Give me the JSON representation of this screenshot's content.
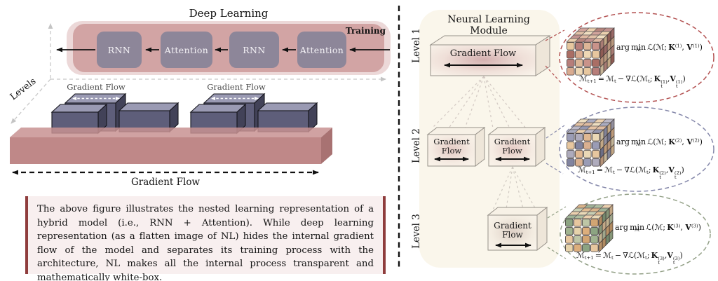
{
  "left_panel": {
    "title": "Deep Learning",
    "training_label": "Training",
    "levels_axis_label": "Levels",
    "chain": [
      "RNN",
      "Attention",
      "RNN",
      "Attention"
    ],
    "cluster_labels": [
      "Gradient Flow",
      "Gradient Flow"
    ],
    "bottom_arrow_label": "Gradient Flow",
    "caption": "The above figure illustrates the nested learning representation of a hybrid model (i.e., RNN + Attention). While deep learning representation (as a flatten image of NL) hides the internal gradient flow of the model and separates its training process with the architecture, NL makes all the internal process transparent and mathematically white-box.",
    "colors": {
      "container_outer": "#ecd8d8",
      "container_inner": "#d2a4a4",
      "block": "#8d8699",
      "dark_box_front": "#5e5e7a",
      "dark_box_top": "#9a9ab3",
      "slab": "#bf8888",
      "caption_bg": "#f8efef",
      "caption_bar": "#8f3d3d"
    }
  },
  "right_panel": {
    "title": "Neural Learning Module",
    "gradient_flow_label": "Gradient Flow",
    "panel_bg": "#faf6eb",
    "levels": [
      {
        "label": "Level 1",
        "sup": "(1)",
        "accent": "#b35252"
      },
      {
        "label": "Level 2",
        "sup": "(2)",
        "accent": "#8588aa"
      },
      {
        "label": "Level 3",
        "sup": "(3)",
        "accent": "#93a087"
      }
    ],
    "formula": {
      "line1": [
        {
          "t": "arg "
        },
        {
          "t": "min",
          "under": "ℳ"
        },
        {
          "t": " ℒ(ℳ; "
        },
        {
          "t": "K",
          "b": 1,
          "sup": "#"
        },
        {
          "t": ", "
        },
        {
          "t": "V",
          "b": 1,
          "sup": "#"
        },
        {
          "t": ")"
        }
      ],
      "line2": [
        {
          "t": "ℳ",
          "sub": "t+1"
        },
        {
          "t": " = "
        },
        {
          "t": "ℳ",
          "sub": "t"
        },
        {
          "t": " − ∇ℒ(ℳ",
          "sub": "t"
        },
        {
          "t": "; "
        },
        {
          "t": "K",
          "b": 1,
          "sub": "t",
          "sup": "#"
        },
        {
          "t": ","
        },
        {
          "t": "V",
          "b": 1,
          "sub": "t",
          "sup": "#"
        },
        {
          "t": ")"
        }
      ]
    },
    "cube_palettes": [
      [
        "#e7c79f",
        "#d9ab90",
        "#c9938a",
        "#b77e7a",
        "#eed8b5",
        "#aa6e65",
        "#dcb697"
      ],
      [
        "#e7c79f",
        "#e0b892",
        "#9a9cb5",
        "#8184a0",
        "#ead8b6",
        "#aeabbc",
        "#d9b090"
      ],
      [
        "#e7c79f",
        "#dcae7c",
        "#a0b390",
        "#bec6a6",
        "#8ca482",
        "#e6d3ab",
        "#d2a573"
      ]
    ]
  }
}
